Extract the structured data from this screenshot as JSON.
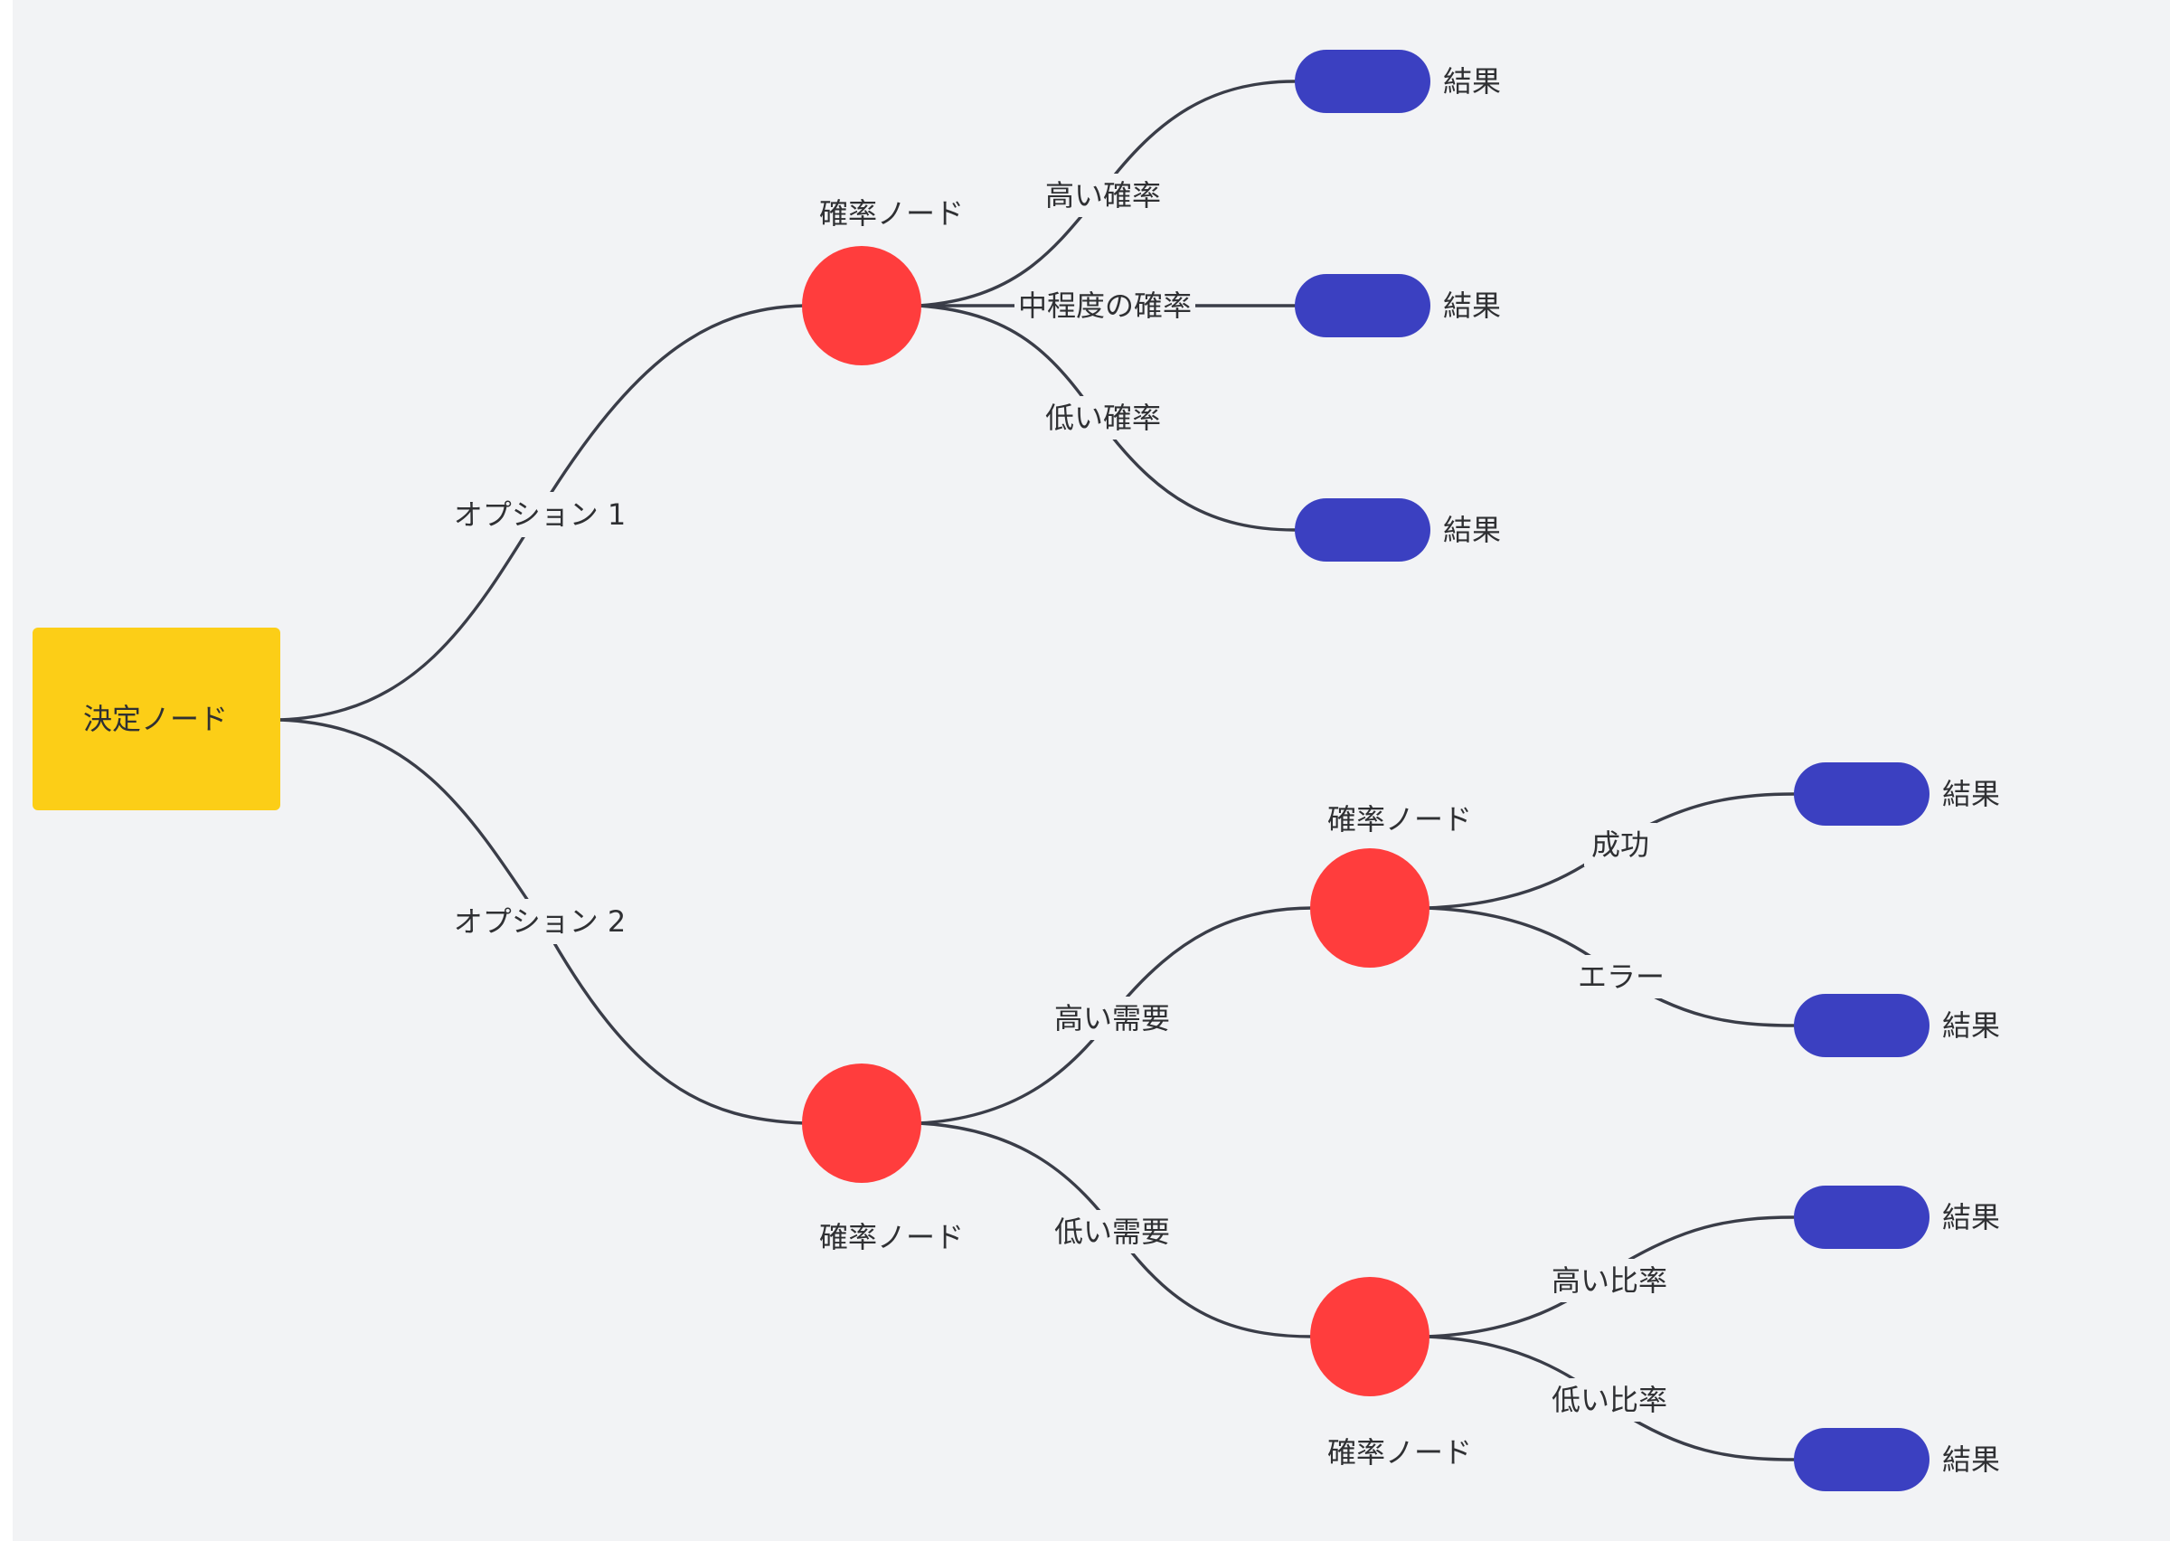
{
  "decision": {
    "label": "決定ノード",
    "color": "#fcce17"
  },
  "chance_color": "#ff3d3d",
  "outcome_color": "#3b40c1",
  "edge_color": "#3a3d48",
  "branches": {
    "option1": "オプション 1",
    "option2": "オプション 2"
  },
  "chance_nodes": {
    "c1": "確率ノード",
    "c2": "確率ノード",
    "c3": "確率ノード",
    "c4": "確率ノード"
  },
  "edges": {
    "c1_high": "高い確率",
    "c1_mid": "中程度の確率",
    "c1_low": "低い確率",
    "c2_high_demand": "高い需要",
    "c2_low_demand": "低い需要",
    "c3_success": "成功",
    "c3_error": "エラー",
    "c4_high_ratio": "高い比率",
    "c4_low_ratio": "低い比率"
  },
  "outcomes": [
    "結果",
    "結果",
    "結果",
    "結果",
    "結果",
    "結果",
    "結果"
  ]
}
